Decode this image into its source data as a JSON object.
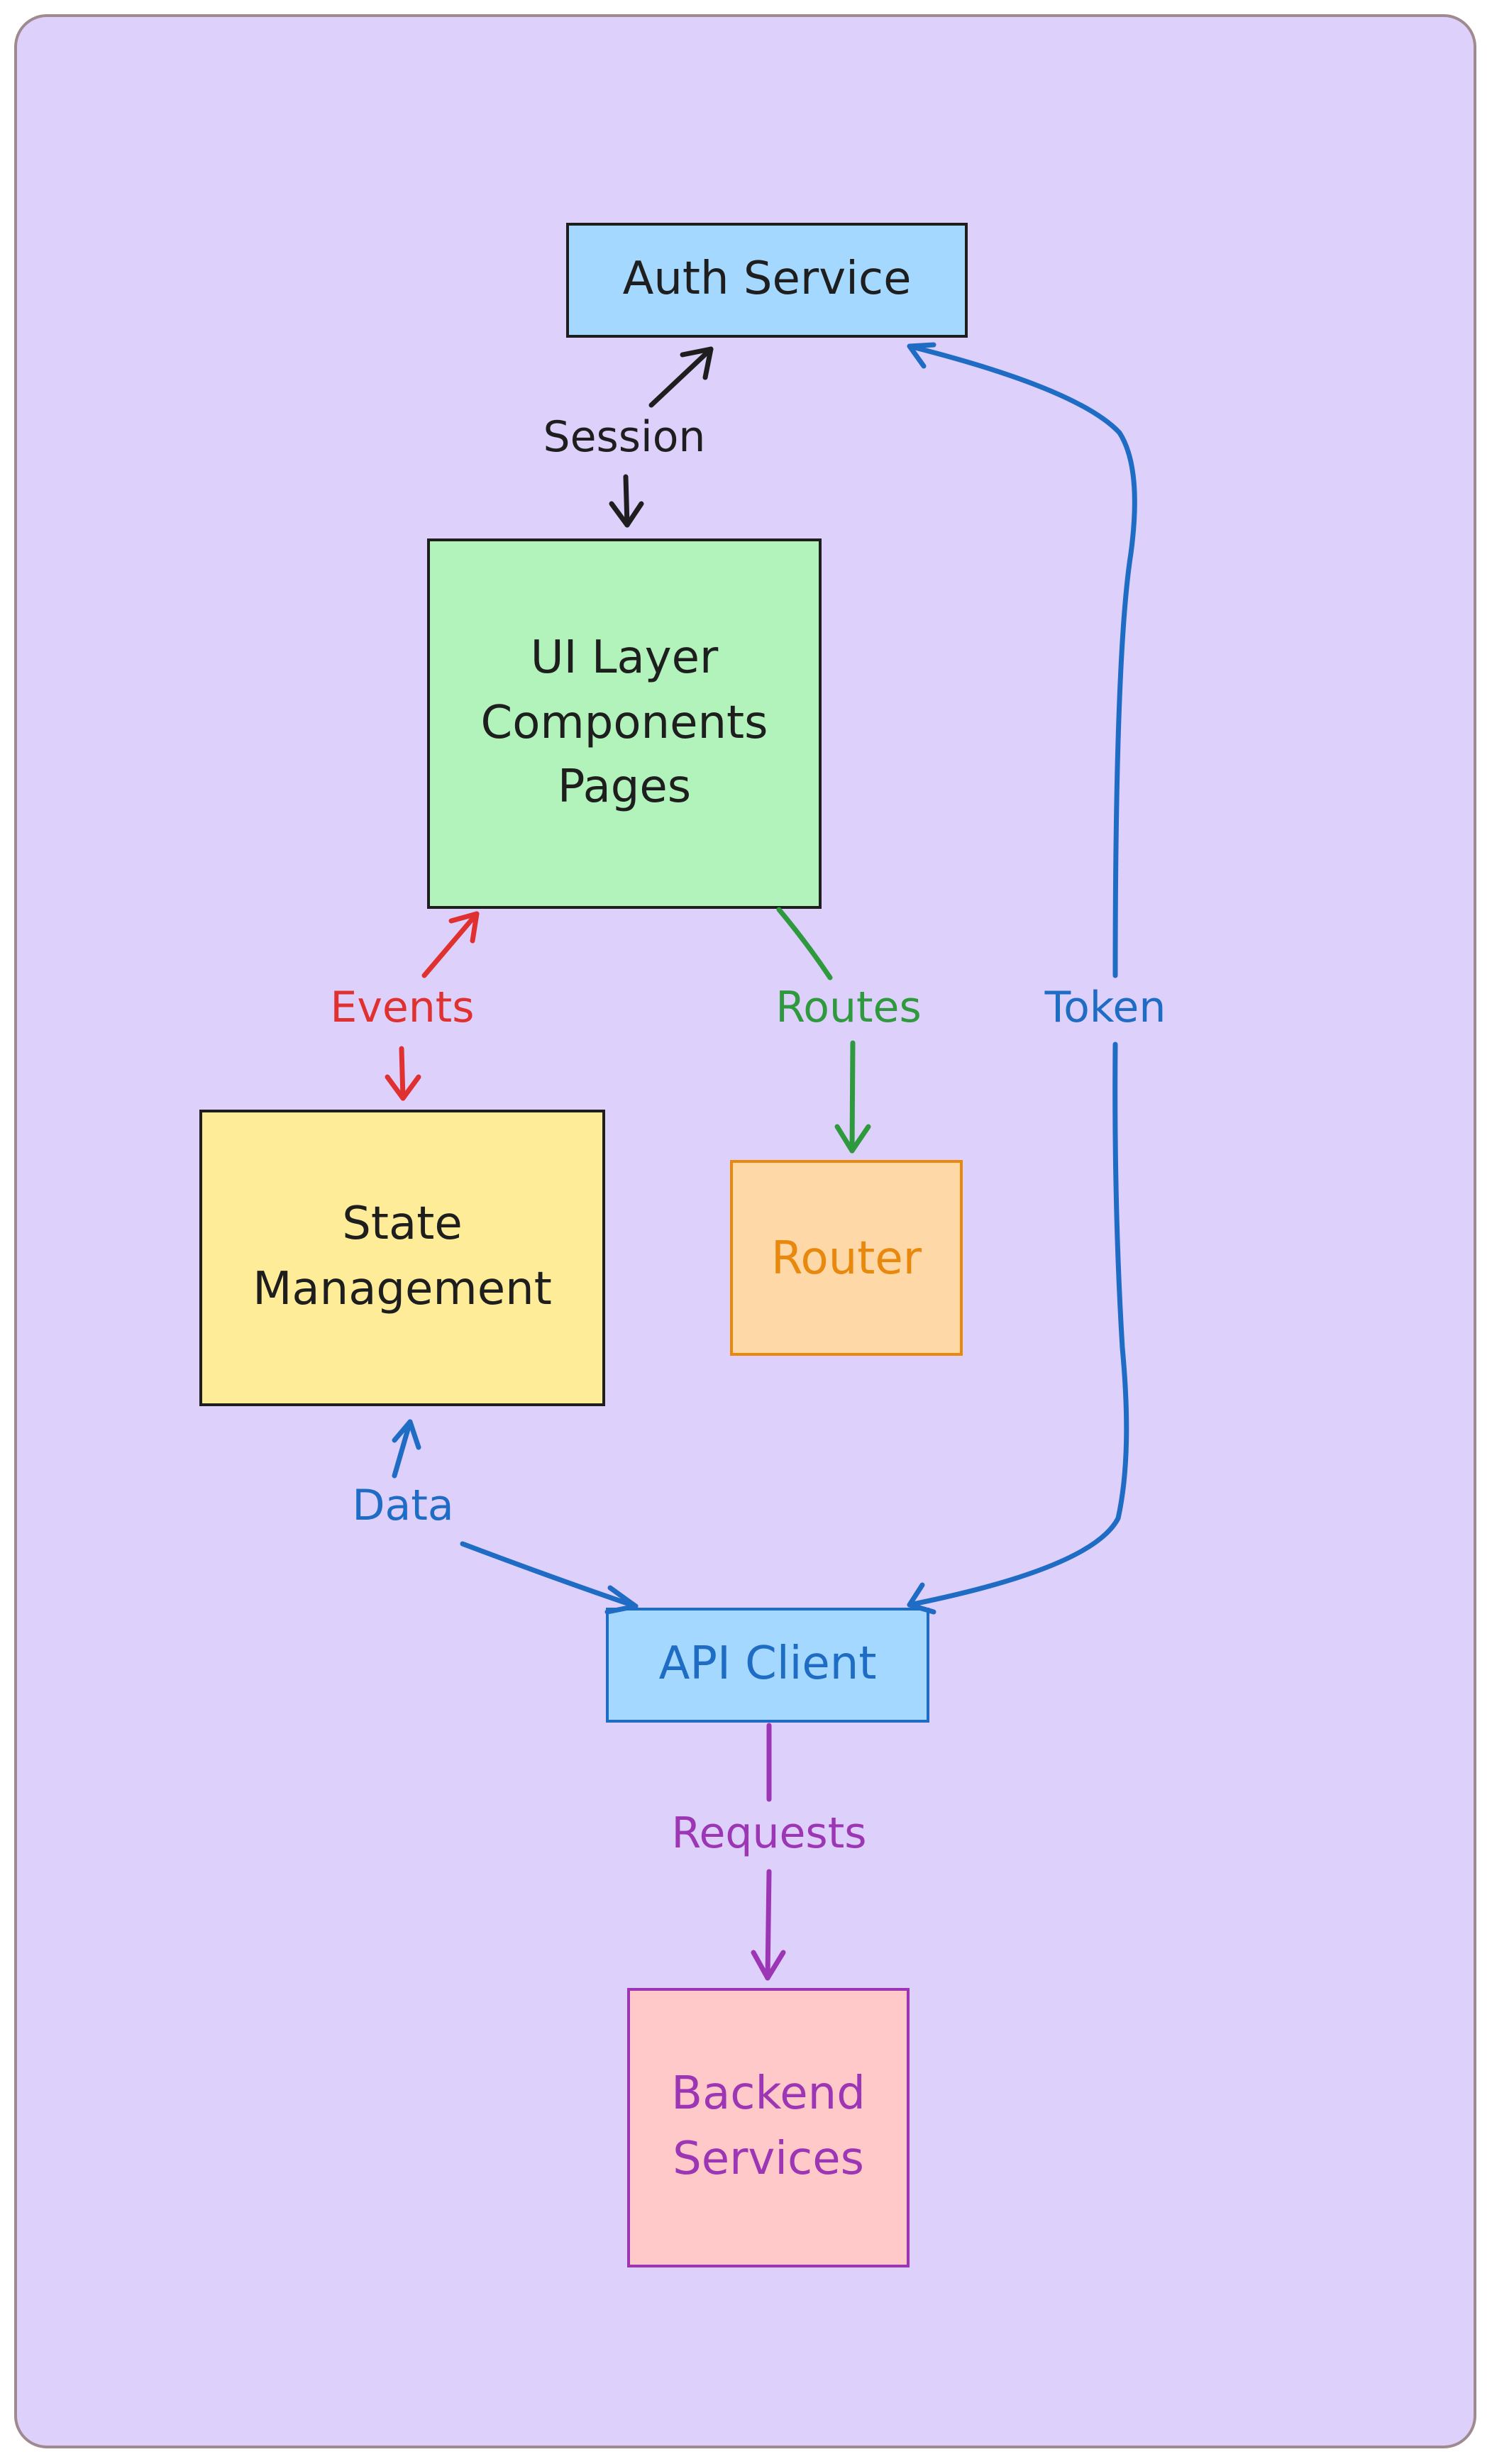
{
  "colors": {
    "background": "#ddd0fb",
    "frame_border": "#9e8a8f",
    "blue": "#1e6cc4",
    "green": "#2f9a3d",
    "red": "#e03131",
    "black": "#1e1e1e",
    "purple": "#9c36b5",
    "orange": "#e8880c"
  },
  "nodes": {
    "auth": {
      "line1": "Auth Service"
    },
    "ui": {
      "line1": "UI Layer",
      "line2": "Components",
      "line3": "Pages"
    },
    "state": {
      "line1": "State",
      "line2": "Management"
    },
    "router": {
      "line1": "Router"
    },
    "api": {
      "line1": "API Client"
    },
    "backend": {
      "line1": "Backend",
      "line2": "Services"
    }
  },
  "edges": {
    "session": "Session",
    "events": "Events",
    "routes": "Routes",
    "token": "Token",
    "data": "Data",
    "requests": "Requests"
  }
}
